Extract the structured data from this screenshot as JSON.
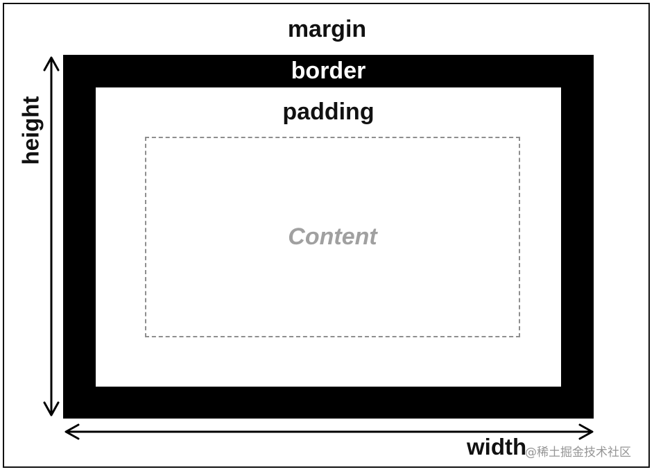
{
  "labels": {
    "margin": "margin",
    "border": "border",
    "padding": "padding",
    "content": "Content",
    "height": "height",
    "width": "width"
  },
  "watermark": "@稀土掘金技术社区",
  "colors": {
    "background": "#ffffff",
    "border_fill": "#000000",
    "content_text": "#a0a0a0",
    "dashed_outline": "#8e8e8e",
    "label_text": "#111111"
  }
}
